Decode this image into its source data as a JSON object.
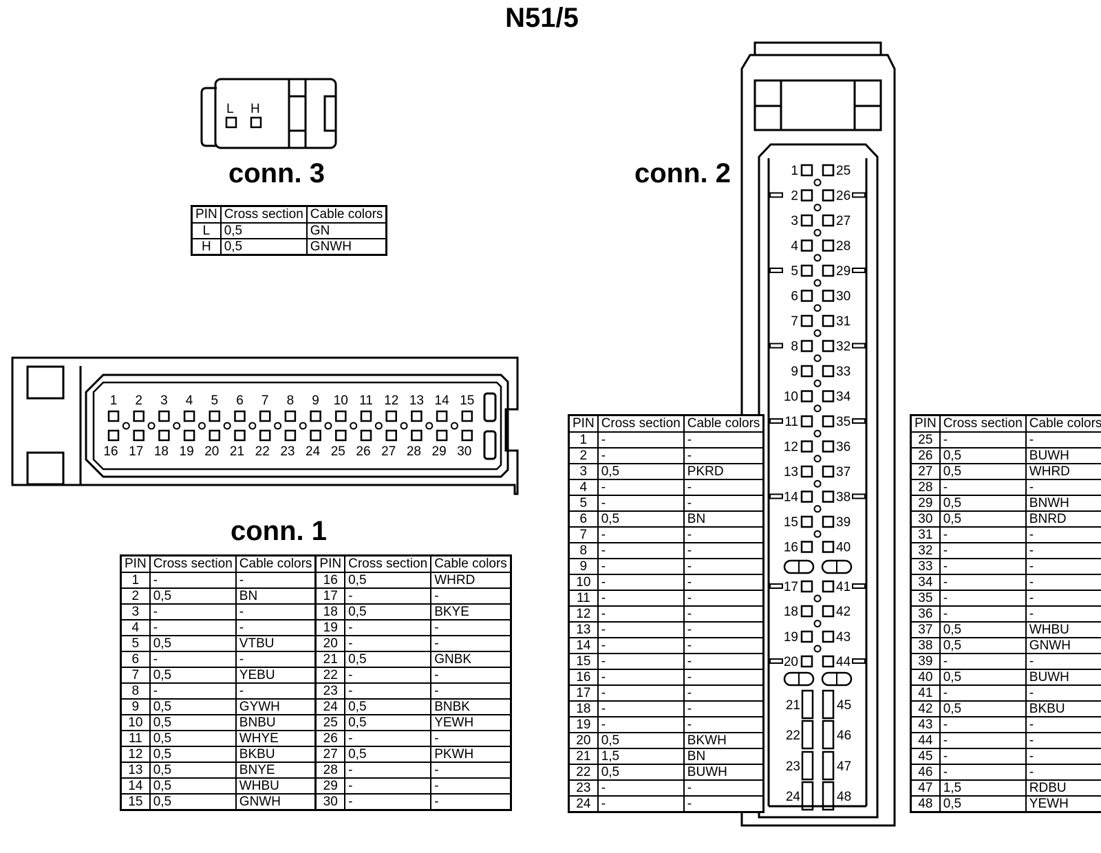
{
  "title": "N51/5",
  "headers": {
    "pin": "PIN",
    "cross": "Cross section",
    "colors": "Cable colors"
  },
  "conn3": {
    "label": "conn. 3",
    "pins_text": [
      "L",
      "H"
    ],
    "rows": [
      {
        "pin": "L",
        "cross": "0,5",
        "color": "GN"
      },
      {
        "pin": "H",
        "cross": "0,5",
        "color": "GNWH"
      }
    ]
  },
  "conn1": {
    "label": "conn. 1",
    "rows": [
      {
        "pin": "1",
        "cross": "-",
        "color": "-",
        "pin2": "16",
        "cross2": "0,5",
        "color2": "WHRD"
      },
      {
        "pin": "2",
        "cross": "0,5",
        "color": "BN",
        "pin2": "17",
        "cross2": "-",
        "color2": "-"
      },
      {
        "pin": "3",
        "cross": "-",
        "color": "-",
        "pin2": "18",
        "cross2": "0,5",
        "color2": "BKYE"
      },
      {
        "pin": "4",
        "cross": "-",
        "color": "-",
        "pin2": "19",
        "cross2": "-",
        "color2": "-"
      },
      {
        "pin": "5",
        "cross": "0,5",
        "color": "VTBU",
        "pin2": "20",
        "cross2": "-",
        "color2": "-"
      },
      {
        "pin": "6",
        "cross": "-",
        "color": "-",
        "pin2": "21",
        "cross2": "0,5",
        "color2": "GNBK"
      },
      {
        "pin": "7",
        "cross": "0,5",
        "color": "YEBU",
        "pin2": "22",
        "cross2": "-",
        "color2": "-"
      },
      {
        "pin": "8",
        "cross": "-",
        "color": "-",
        "pin2": "23",
        "cross2": "-",
        "color2": "-"
      },
      {
        "pin": "9",
        "cross": "0,5",
        "color": "GYWH",
        "pin2": "24",
        "cross2": "0,5",
        "color2": "BNBK"
      },
      {
        "pin": "10",
        "cross": "0,5",
        "color": "BNBU",
        "pin2": "25",
        "cross2": "0,5",
        "color2": "YEWH"
      },
      {
        "pin": "11",
        "cross": "0,5",
        "color": "WHYE",
        "pin2": "26",
        "cross2": "-",
        "color2": "-"
      },
      {
        "pin": "12",
        "cross": "0,5",
        "color": "BKBU",
        "pin2": "27",
        "cross2": "0,5",
        "color2": "PKWH"
      },
      {
        "pin": "13",
        "cross": "0,5",
        "color": "BNYE",
        "pin2": "28",
        "cross2": "-",
        "color2": "-"
      },
      {
        "pin": "14",
        "cross": "0,5",
        "color": "WHBU",
        "pin2": "29",
        "cross2": "-",
        "color2": "-"
      },
      {
        "pin": "15",
        "cross": "0,5",
        "color": "GNWH",
        "pin2": "30",
        "cross2": "-",
        "color2": "-"
      }
    ]
  },
  "conn2": {
    "label": "conn. 2",
    "rows_left": [
      {
        "pin": "1",
        "cross": "-",
        "color": "-"
      },
      {
        "pin": "2",
        "cross": "-",
        "color": "-"
      },
      {
        "pin": "3",
        "cross": "0,5",
        "color": "PKRD"
      },
      {
        "pin": "4",
        "cross": "-",
        "color": "-"
      },
      {
        "pin": "5",
        "cross": "-",
        "color": "-"
      },
      {
        "pin": "6",
        "cross": "0,5",
        "color": "BN"
      },
      {
        "pin": "7",
        "cross": "-",
        "color": "-"
      },
      {
        "pin": "8",
        "cross": "-",
        "color": "-"
      },
      {
        "pin": "9",
        "cross": "-",
        "color": "-"
      },
      {
        "pin": "10",
        "cross": "-",
        "color": "-"
      },
      {
        "pin": "11",
        "cross": "-",
        "color": "-"
      },
      {
        "pin": "12",
        "cross": "-",
        "color": "-"
      },
      {
        "pin": "13",
        "cross": "-",
        "color": "-"
      },
      {
        "pin": "14",
        "cross": "-",
        "color": "-"
      },
      {
        "pin": "15",
        "cross": "-",
        "color": "-"
      },
      {
        "pin": "16",
        "cross": "-",
        "color": "-"
      },
      {
        "pin": "17",
        "cross": "-",
        "color": "-"
      },
      {
        "pin": "18",
        "cross": "-",
        "color": "-"
      },
      {
        "pin": "19",
        "cross": "-",
        "color": "-"
      },
      {
        "pin": "20",
        "cross": "0,5",
        "color": "BKWH"
      },
      {
        "pin": "21",
        "cross": "1,5",
        "color": "BN"
      },
      {
        "pin": "22",
        "cross": "0,5",
        "color": "BUWH"
      },
      {
        "pin": "23",
        "cross": "-",
        "color": "-"
      },
      {
        "pin": "24",
        "cross": "-",
        "color": "-"
      }
    ],
    "rows_right": [
      {
        "pin": "25",
        "cross": "-",
        "color": "-"
      },
      {
        "pin": "26",
        "cross": "0,5",
        "color": "BUWH"
      },
      {
        "pin": "27",
        "cross": "0,5",
        "color": "WHRD"
      },
      {
        "pin": "28",
        "cross": "-",
        "color": "-"
      },
      {
        "pin": "29",
        "cross": "0,5",
        "color": "BNWH"
      },
      {
        "pin": "30",
        "cross": "0,5",
        "color": "BNRD"
      },
      {
        "pin": "31",
        "cross": "-",
        "color": "-"
      },
      {
        "pin": "32",
        "cross": "-",
        "color": "-"
      },
      {
        "pin": "33",
        "cross": "-",
        "color": "-"
      },
      {
        "pin": "34",
        "cross": "-",
        "color": "-"
      },
      {
        "pin": "35",
        "cross": "-",
        "color": "-"
      },
      {
        "pin": "36",
        "cross": "-",
        "color": "-"
      },
      {
        "pin": "37",
        "cross": "0,5",
        "color": "WHBU"
      },
      {
        "pin": "38",
        "cross": "0,5",
        "color": "GNWH"
      },
      {
        "pin": "39",
        "cross": "-",
        "color": "-"
      },
      {
        "pin": "40",
        "cross": "0,5",
        "color": "BUWH"
      },
      {
        "pin": "41",
        "cross": "-",
        "color": "-"
      },
      {
        "pin": "42",
        "cross": "0,5",
        "color": "BKBU"
      },
      {
        "pin": "43",
        "cross": "-",
        "color": "-"
      },
      {
        "pin": "44",
        "cross": "-",
        "color": "-"
      },
      {
        "pin": "45",
        "cross": "-",
        "color": "-"
      },
      {
        "pin": "46",
        "cross": "-",
        "color": "-"
      },
      {
        "pin": "47",
        "cross": "1,5",
        "color": "RDBU"
      },
      {
        "pin": "48",
        "cross": "0,5",
        "color": "YEWH"
      }
    ]
  }
}
